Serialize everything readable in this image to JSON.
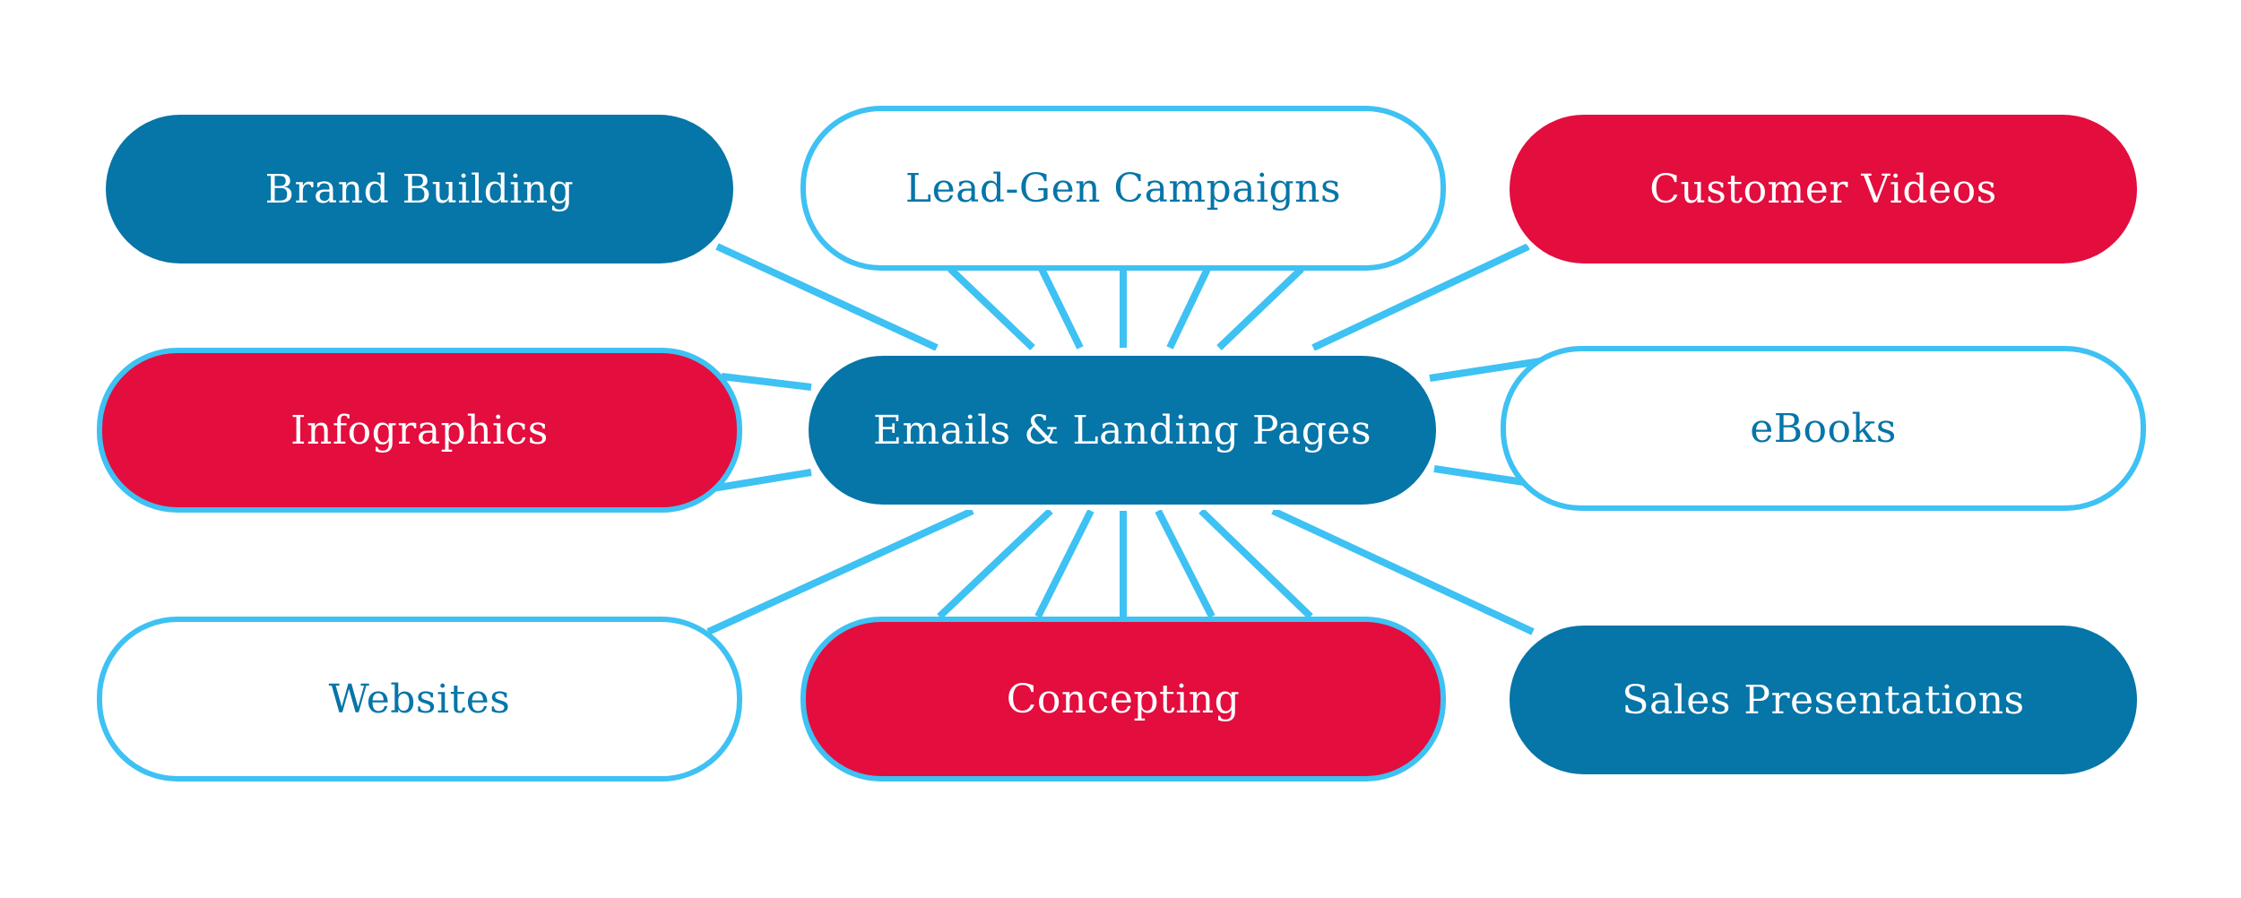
{
  "colors": {
    "connector": "#3ec1f3",
    "blue": "#0675a8",
    "red": "#e30d3e",
    "white": "#ffffff"
  },
  "center": {
    "label": "Emails & Landing Pages"
  },
  "nodes": {
    "brand_building": "Brand Building",
    "lead_gen": "Lead-Gen Campaigns",
    "customer_videos": "Customer Videos",
    "infographics": "Infographics",
    "ebooks": "eBooks",
    "websites": "Websites",
    "concepting": "Concepting",
    "sales_presentations": "Sales Presentations"
  }
}
